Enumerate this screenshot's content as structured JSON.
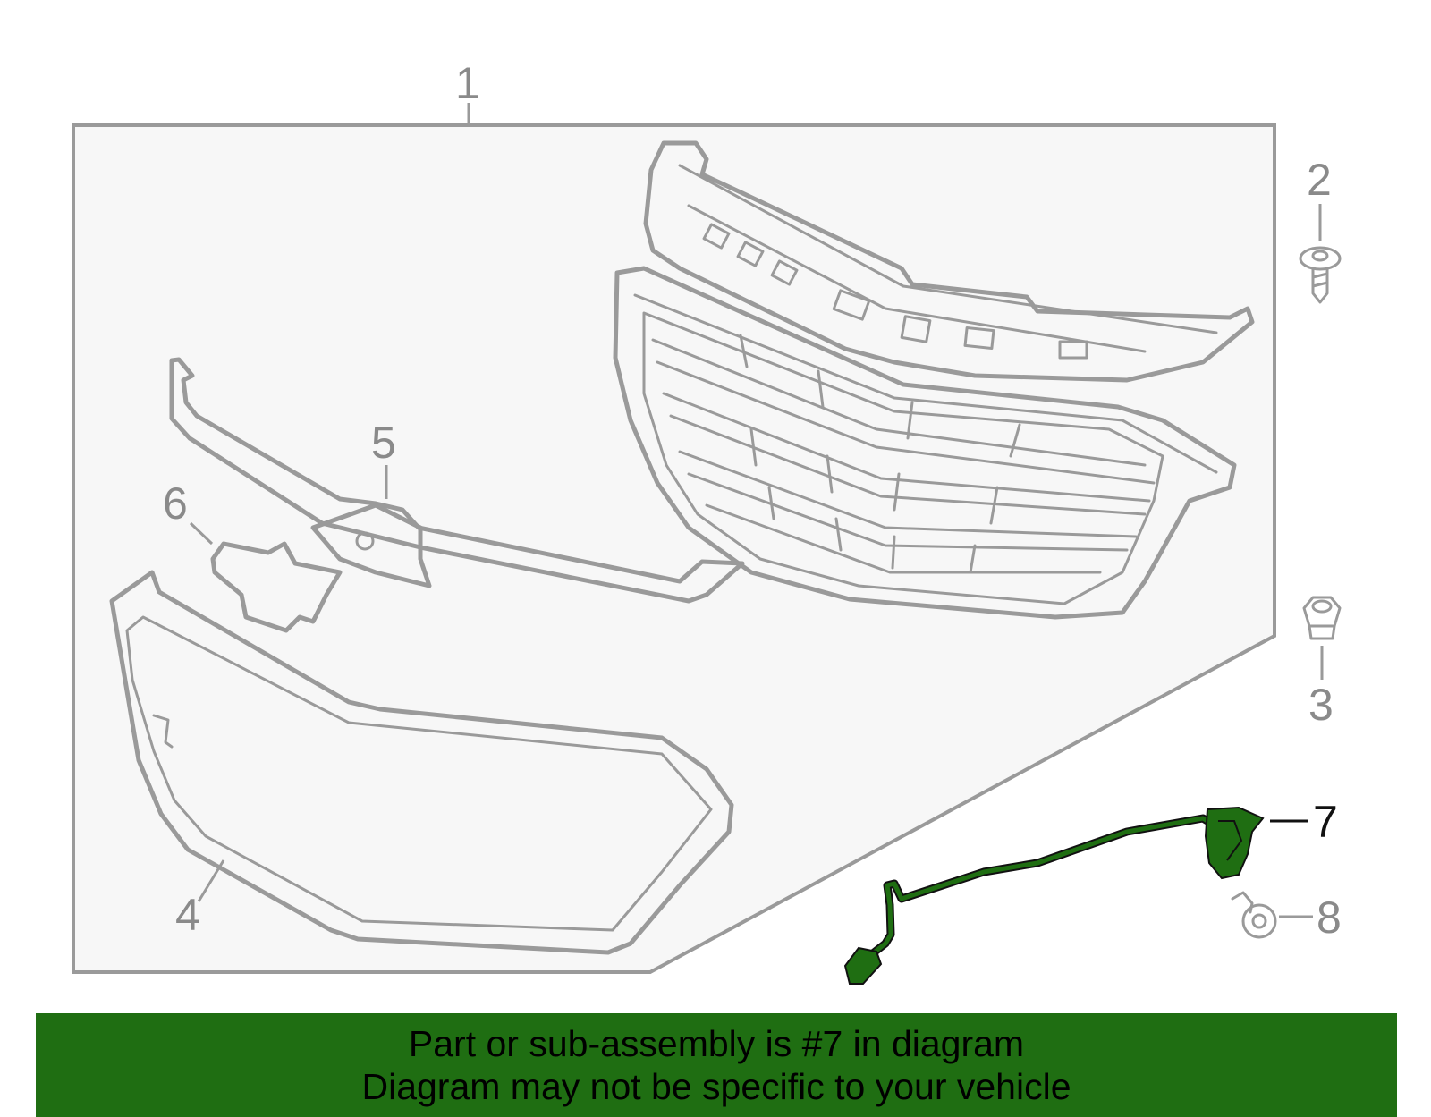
{
  "callouts": {
    "c1": "1",
    "c2": "2",
    "c3": "3",
    "c4": "4",
    "c5": "5",
    "c6": "6",
    "c7": "7",
    "c8": "8"
  },
  "colors": {
    "highlight": "#1f6e12",
    "line": "#9a9a9a",
    "panel": "#f7f7f7"
  },
  "banner": {
    "line1": "Part or sub-assembly is #7 in diagram",
    "line2": "Diagram may not be specific to your vehicle"
  }
}
